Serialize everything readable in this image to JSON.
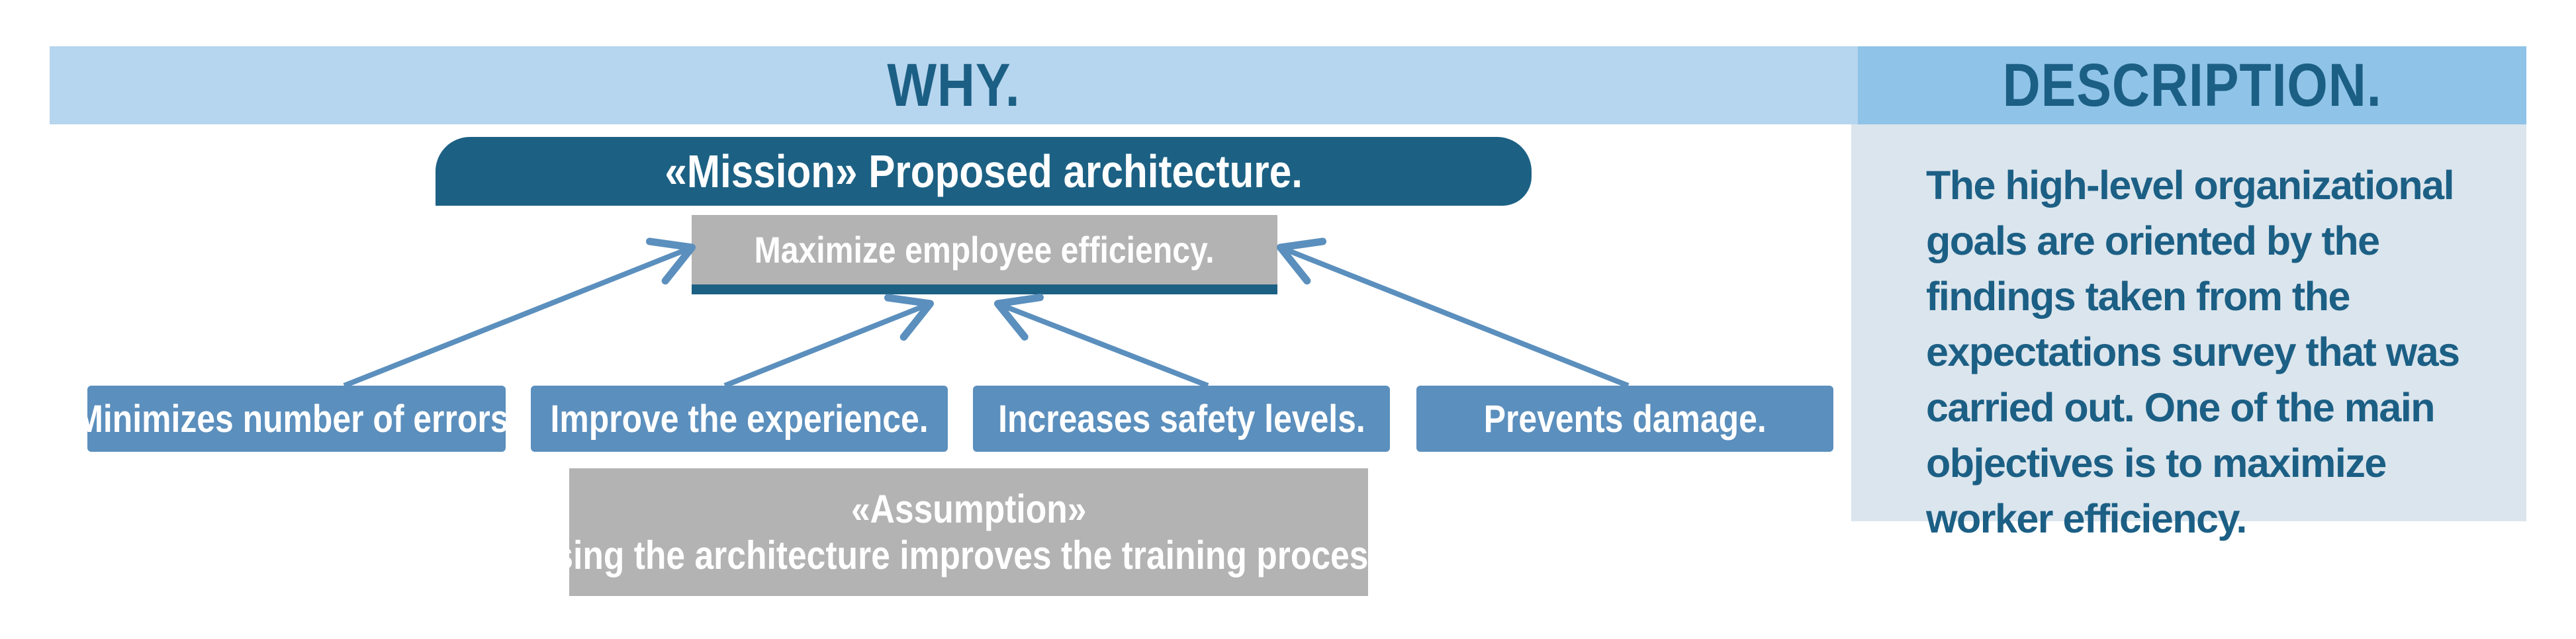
{
  "headers": {
    "why": "WHY.",
    "description": "DESCRIPTION."
  },
  "description_text": "The high-level organizational goals are oriented by the findings taken from the expectations survey that was carried out. One of the main objectives is to maximize worker efficiency.",
  "mission": "«Mission» Proposed architecture.",
  "goal": "Maximize employee efficiency.",
  "reasons": [
    "Minimizes number of errors.",
    "Improve the experience.",
    "Increases safety levels.",
    "Prevents damage."
  ],
  "assumption": {
    "stereotype": "«Assumption»",
    "text": "Using the architecture improves the training process?"
  },
  "colors": {
    "why_header_bg": "#b6d5ee",
    "description_header_bg": "#8fc3e8",
    "header_text": "#1c5f85",
    "mission_bg": "#1c6184",
    "reason_bg": "#5b8fbd",
    "gray_box": "#b3b3b3",
    "arrow": "#5b8fbd",
    "description_panel_bg": "#dbe5ed"
  }
}
